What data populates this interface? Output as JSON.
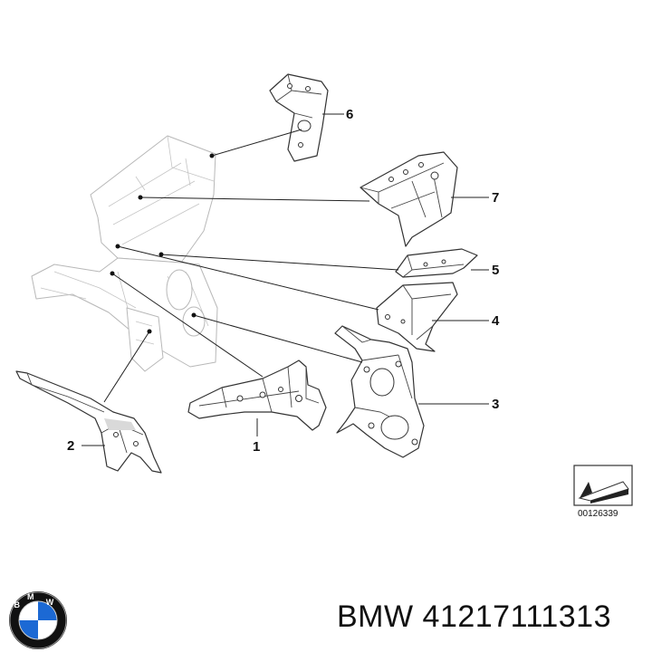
{
  "diagram": {
    "callouts": [
      {
        "id": "1",
        "label": "1"
      },
      {
        "id": "2",
        "label": "2"
      },
      {
        "id": "3",
        "label": "3"
      },
      {
        "id": "4",
        "label": "4"
      },
      {
        "id": "5",
        "label": "5"
      },
      {
        "id": "6",
        "label": "6"
      },
      {
        "id": "7",
        "label": "7"
      }
    ],
    "diagram_id": "00126339"
  },
  "brand": {
    "logo_letters": "BMW",
    "logo_colors": {
      "ring": "#111111",
      "blue": "#1c69d4",
      "white": "#ffffff"
    }
  },
  "part_number": "BMW 41217111313"
}
